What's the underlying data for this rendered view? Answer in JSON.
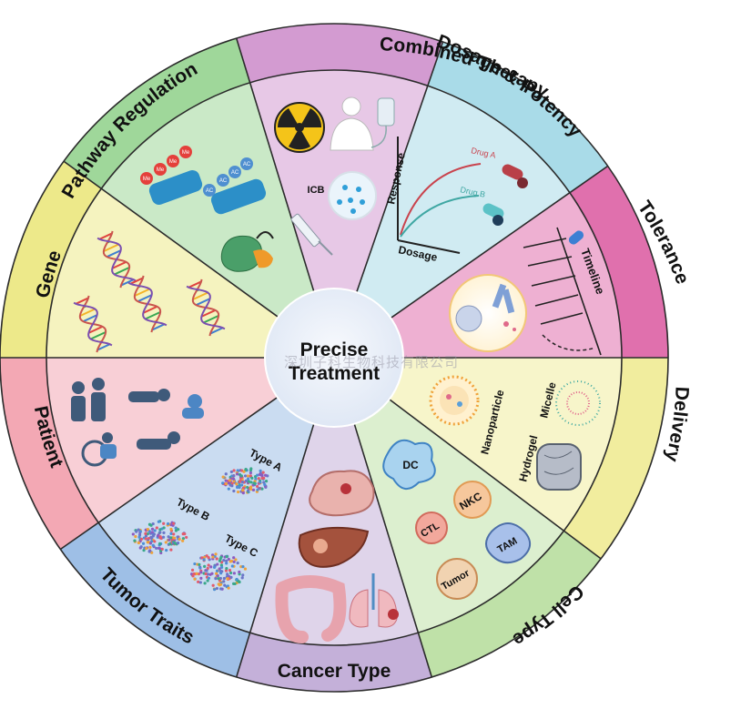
{
  "center": {
    "line1": "Precise",
    "line2": "Treatment"
  },
  "watermark": "深圳子科生物科技有限公司",
  "segments": {
    "combined_therapy": "Combined Therapy",
    "dosage_potency": "Dosage & Potency",
    "tolerance": "Tolerance",
    "delivery": "Delivery",
    "cell_type": "Cell Type",
    "cancer_type": "Cancer Type",
    "tumor_traits": "Tumor Traits",
    "patient": "Patient",
    "gene": "Gene",
    "pathway_regulation": "Pathway Regulation"
  },
  "pathway": {
    "me": "Me",
    "ac": "AC"
  },
  "combined": {
    "icb": "ICB"
  },
  "dosage": {
    "response": "Response",
    "dosage_axis": "Dosage",
    "drug_a": "Drug A",
    "drug_b": "Drug B"
  },
  "tolerance": {
    "timeline": "Timeline"
  },
  "delivery": {
    "nanoparticle": "Nanoparticle",
    "micelle": "Micelle",
    "hydrogel": "Hydrogel"
  },
  "cells": {
    "dc": "DC",
    "nkc": "NKC",
    "ctl": "CTL",
    "tam": "TAM",
    "tumor": "Tumor"
  },
  "tumor_traits": {
    "type_a": "Type A",
    "type_b": "Type B",
    "type_c": "Type C"
  },
  "colors": {
    "combined": "#d39bd1",
    "dosage": "#a9dbe8",
    "tolerance": "#e070ad",
    "delivery": "#f1ed9e",
    "celltype": "#bfe1a8",
    "cancer": "#c4b0d9",
    "tumor": "#9ebfe6",
    "patient": "#f3a8b4",
    "gene": "#ede98a",
    "pathway": "#9fd79a"
  }
}
